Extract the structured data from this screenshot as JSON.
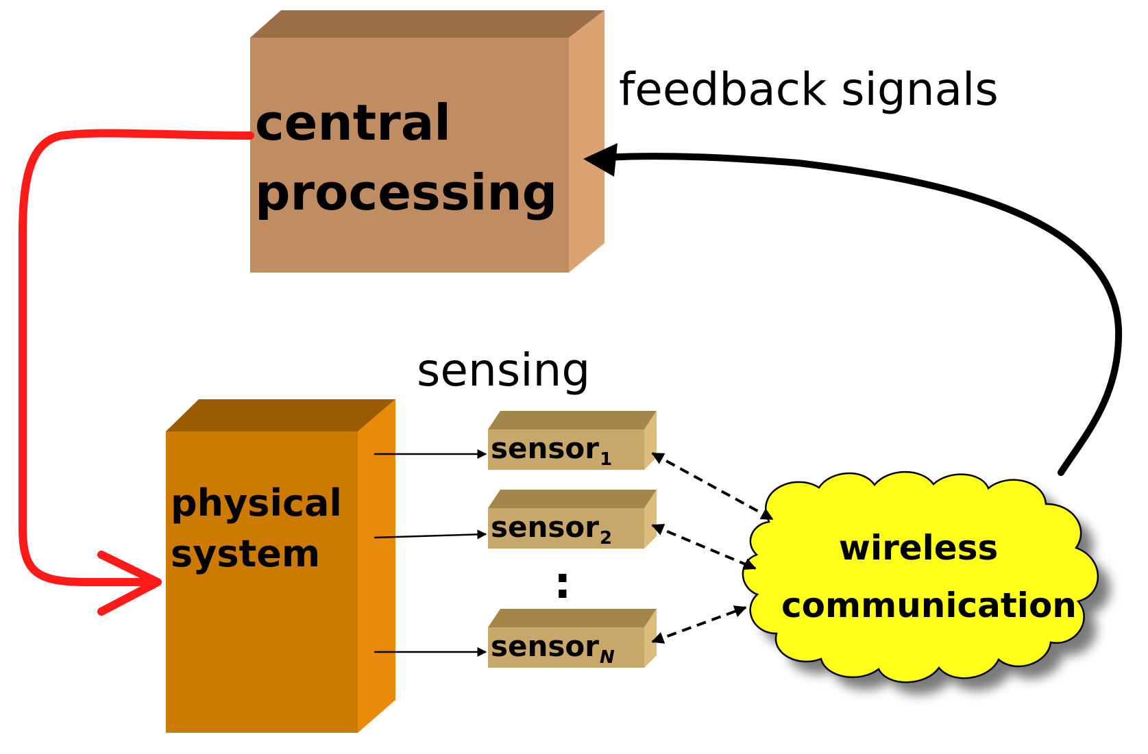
{
  "diagram": {
    "central": {
      "line1": "central",
      "line2": "processing"
    },
    "feedback_label": "feedback signals",
    "sensing_label": "sensing",
    "physical": {
      "line1": "physical",
      "line2": "system"
    },
    "sensors": [
      {
        "base": "sensor",
        "sub": "1"
      },
      {
        "base": "sensor",
        "sub": "2"
      },
      {
        "base": "sensor",
        "sub": "N"
      }
    ],
    "ellipsis": ":",
    "wireless": {
      "line1": "wireless",
      "line2": "communication"
    }
  },
  "colors": {
    "central_front": "#c08d62",
    "central_top": "#9c6e45",
    "central_side": "#dca372",
    "physical_front": "#cc7a00",
    "physical_top": "#9a5c00",
    "physical_side": "#e88a0a",
    "sensor_front": "#c8a86a",
    "sensor_top": "#a4864b",
    "sensor_side": "#dcbc7c",
    "cloud_fill": "#ffff1a",
    "control_arrow": "#ff1a1a",
    "feedback_arrow": "#000000"
  }
}
